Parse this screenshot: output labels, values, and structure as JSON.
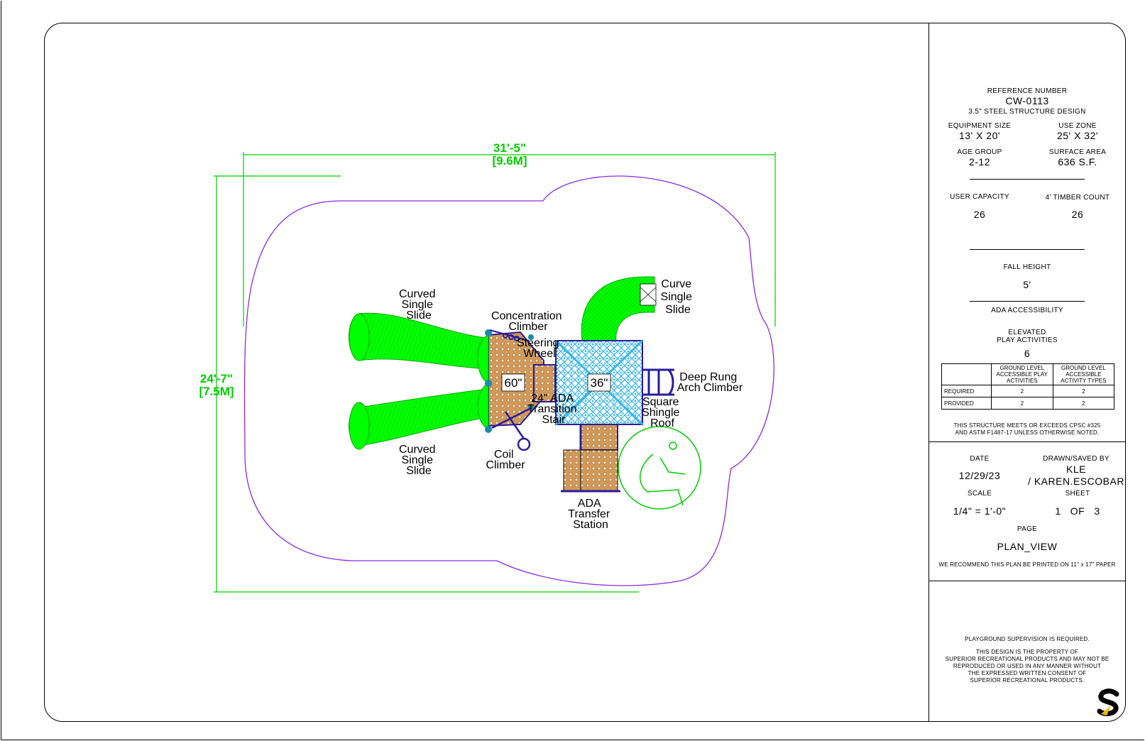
{
  "plan": {
    "dim_width_ft": "31'-5\"",
    "dim_width_m": "[9.6M]",
    "dim_height_ft": "24'-7\"",
    "dim_height_m": "[7.5M]",
    "deck_large_label": "60\"",
    "deck_main_label": "36\"",
    "labels": {
      "curved_slide_top": [
        "Curved",
        "Single",
        "Slide"
      ],
      "curved_slide_bottom": [
        "Curved",
        "Single",
        "Slide"
      ],
      "curve_slide_right": [
        "Curve",
        "Single",
        "Slide"
      ],
      "concentration_climber": [
        "Concentration",
        "Climber"
      ],
      "steering_wheel": [
        "Steering",
        "Wheel"
      ],
      "deep_rung": [
        "Deep Rung",
        "Arch Climber"
      ],
      "square_roof": [
        "Square",
        "Shingle",
        "Roof"
      ],
      "transition_stair": [
        "24\" ADA",
        "Transition",
        "Stair"
      ],
      "coil_climber": [
        "Coil",
        "Climber"
      ],
      "ada_transfer": [
        "ADA",
        "Transfer",
        "Station"
      ]
    },
    "colors": {
      "slide": "#00ff00",
      "use_zone": "#8a2be2",
      "dimension": "#00cc00",
      "deck_brown": "#d2995a",
      "roof_blue": "#39b7e8",
      "frame_purple": "#2a1c9a",
      "post_teal": "#1a8aa8",
      "ada_symbol": "#00cc00"
    }
  },
  "title_block": {
    "reference_label": "REFERENCE NUMBER",
    "reference_value": "CW-0113",
    "structure_design": "3.5\" STEEL STRUCTURE DESIGN",
    "equipment_size_label": "EQUIPMENT SIZE",
    "equipment_size_value": "13' X 20'",
    "use_zone_label": "USE ZONE",
    "use_zone_value": "25' X 32'",
    "age_group_label": "AGE GROUP",
    "age_group_value": "2-12",
    "surface_area_label": "SURFACE AREA",
    "surface_area_value": "636 S.F.",
    "user_capacity_label": "USER CAPACITY",
    "user_capacity_value": "26",
    "timber_count_label": "4' TIMBER COUNT",
    "timber_count_value": "26",
    "fall_height_label": "FALL HEIGHT",
    "fall_height_value": "5'",
    "ada_accessibility_label": "ADA ACCESSIBILITY",
    "elevated_label_1": "ELEVATED",
    "elevated_label_2": "PLAY ACTIVITIES",
    "elevated_value": "6",
    "table_headers": [
      "GROUND LEVEL ACCESSIBLE PLAY ACTIVITIES",
      "GROUND LEVEL ACCESSIBLE ACTIVITY TYPES"
    ],
    "table_rows": [
      {
        "label": "REQUIRED",
        "a": "2",
        "b": "2"
      },
      {
        "label": "PROVIDED",
        "a": "2",
        "b": "2"
      }
    ],
    "cpsc_note_1": "THIS STRUCTURE MEETS OR EXCEEDS CPSC #325",
    "cpsc_note_2": "AND ASTM F1487-17 UNLESS OTHERWISE NOTED.",
    "date_label": "DATE",
    "date_value": "12/29/23",
    "drawn_label": "DRAWN/SAVED BY",
    "drawn_value_1": "KLE",
    "drawn_value_2": "/ KAREN.ESCOBAR",
    "scale_label": "SCALE",
    "scale_value": "1/4\" = 1'-0\"",
    "sheet_label": "SHEET",
    "sheet_value": "1   OF   3",
    "page_label": "PAGE",
    "page_value": "PLAN_VIEW",
    "print_note": "WE RECOMMEND THIS PLAN BE PRINTED ON 11\" x 17\" PAPER",
    "supervision_note": "PLAYGROUND SUPERVISION IS REQUIRED.",
    "property_note": [
      "THIS DESIGN IS THE PROPERTY OF",
      "SUPERIOR RECREATIONAL PRODUCTS AND MAY NOT BE",
      "REPRODUCED OR USED IN ANY MANNER WITHOUT",
      "THE EXPRESSED WRITTEN CONSENT OF",
      "SUPERIOR RECREATIONAL PRODUCTS."
    ],
    "logo_icon": "superior-s-logo-icon"
  }
}
